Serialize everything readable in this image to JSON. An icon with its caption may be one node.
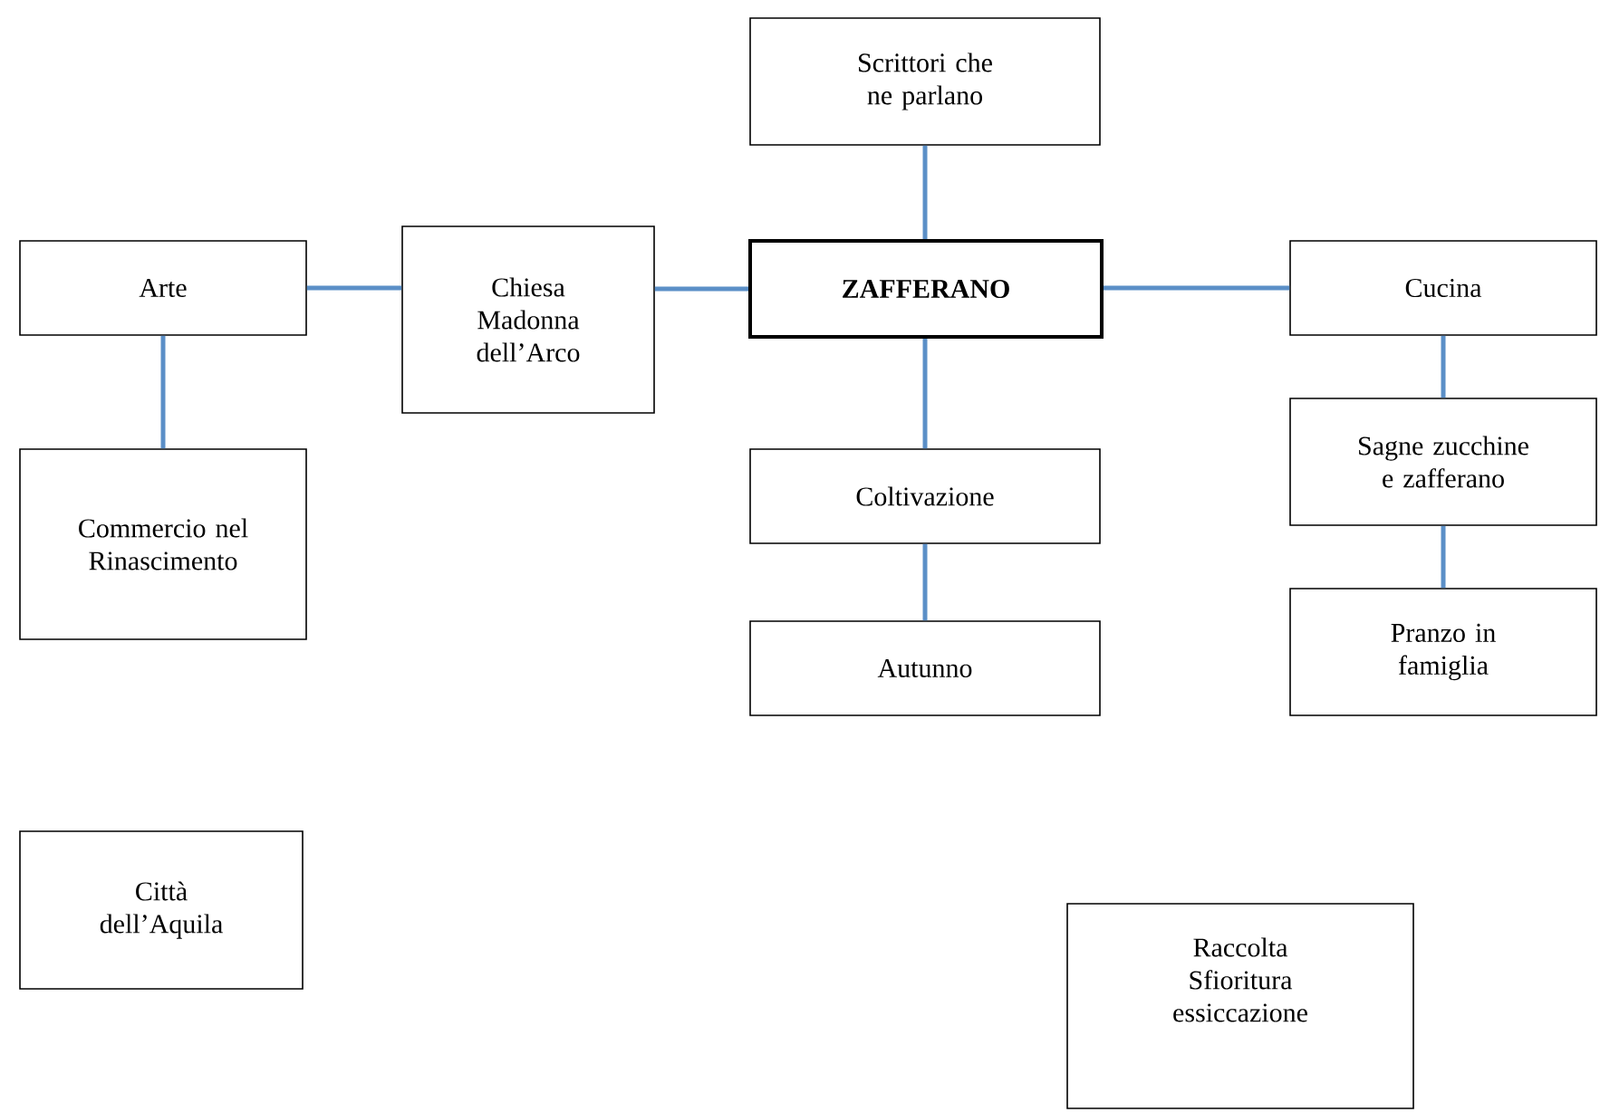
{
  "diagram": {
    "nodes": [
      {
        "text": [
          "Scrittori che ne parlano"
        ]
      },
      {
        "text": [
          "Arte"
        ]
      },
      {
        "text": [
          "Chiesa Madonna dell’Arco"
        ]
      },
      {
        "text": [
          "ZAFFERANO"
        ]
      },
      {
        "text": [
          "Cucina"
        ]
      },
      {
        "text": [
          "Commercio nel Rinascimento"
        ]
      },
      {
        "text": [
          "Coltivazione"
        ]
      },
      {
        "text": [
          "Sagne zucchine e zafferano"
        ]
      },
      {
        "text": [
          "Autunno"
        ]
      },
      {
        "text": [
          "Pranzo in famiglia"
        ]
      },
      {
        "text": [
          "Città dell’Aquila"
        ]
      },
      {
        "text": [
          "Raccolta Sfioritura essiccazione"
        ]
      }
    ],
    "edges": [
      {
        "from": 1,
        "to": 2,
        "arrow": "none"
      },
      {
        "from": 2,
        "to": 3,
        "arrow": "none"
      },
      {
        "from": 3,
        "to": 0,
        "arrow": "none"
      },
      {
        "from": 3,
        "to": 4,
        "arrow": "none"
      },
      {
        "from": 3,
        "to": 6,
        "arrow": "none"
      },
      {
        "from": 1,
        "to": 5,
        "arrow": "none"
      },
      {
        "from": 6,
        "to": 8,
        "arrow": "none"
      },
      {
        "from": 4,
        "to": 7,
        "arrow": "none"
      },
      {
        "from": 7,
        "to": 9,
        "arrow": "none"
      }
    ]
  }
}
